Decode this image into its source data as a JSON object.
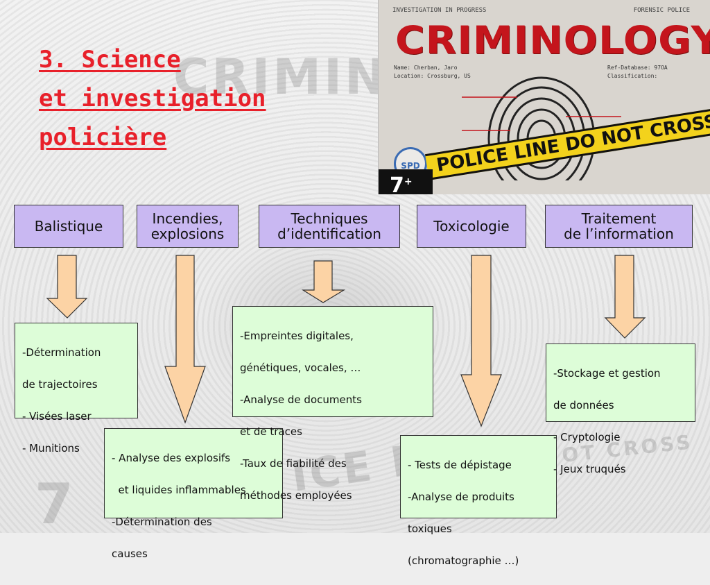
{
  "title": {
    "lines": [
      "3. Science",
      "et investigation",
      "policière"
    ]
  },
  "colors": {
    "title": "#e8202a",
    "category_fill": "#c9b8f2",
    "detail_fill": "#ddfdd8",
    "arrow_fill": "#fcd3a5",
    "tape": "#f3d21c"
  },
  "poster": {
    "header_left": "INVESTIGATION IN PROGRESS",
    "header_right": "FORENSIC POLICE",
    "title": "CRIMINOLOGY",
    "form_left": [
      "Name: Cherban, Jaro",
      "Location: Crossburg, US"
    ],
    "form_right": [
      "Ref-Database: 97OA",
      "Classification:"
    ],
    "tape_text": "POLICE LINE DO NOT CROSS",
    "age_rating": "7",
    "age_plus": "+",
    "seal_text": "SPD"
  },
  "categories": [
    {
      "label": "Balistique"
    },
    {
      "label": "Incendies,\nexplosions"
    },
    {
      "label": "Techniques\nd’identification"
    },
    {
      "label": "Toxicologie"
    },
    {
      "label": "Traitement\nde l’information"
    }
  ],
  "details": [
    {
      "lines": [
        "-Détermination",
        "de trajectoires",
        "- Visées laser",
        "- Munitions"
      ]
    },
    {
      "lines": [
        "- Analyse des explosifs",
        "  et liquides inflammables",
        "-Détermination des",
        "causes"
      ]
    },
    {
      "lines": [
        "-Empreintes digitales,",
        "génétiques, vocales, …",
        "-Analyse de documents",
        "et de traces",
        "-Taux de fiabilité des",
        "méthodes employées"
      ]
    },
    {
      "lines": [
        "- Tests de dépistage",
        "-Analyse de produits",
        "toxiques",
        "(chromatographie …)"
      ]
    },
    {
      "lines": [
        "-Stockage et gestion",
        "de données",
        "- Cryptologie",
        "- Jeux truqués"
      ]
    }
  ]
}
